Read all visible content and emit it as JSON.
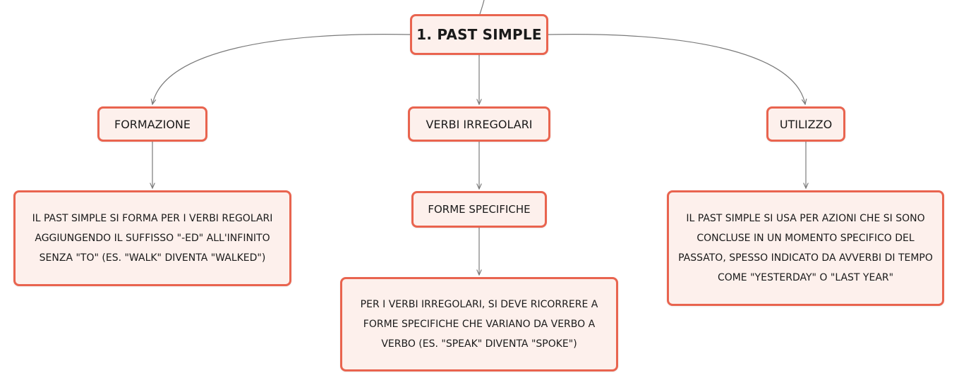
{
  "colors": {
    "border": "#e9644f",
    "fill": "#fdf0ec",
    "connector": "#7a7a7a",
    "text": "#1a1a1a"
  },
  "root": {
    "label": "1. PAST SIMPLE"
  },
  "branches": {
    "formazione": {
      "label": "FORMAZIONE",
      "detail": "IL PAST SIMPLE SI FORMA PER I VERBI REGOLARI AGGIUNGENDO IL SUFFISSO \"-ED\" ALL'INFINITO SENZA \"TO\" (ES. \"WALK\" DIVENTA \"WALKED\")"
    },
    "verbi_irregolari": {
      "label": "VERBI IRREGOLARI",
      "sub": {
        "label": "FORME SPECIFICHE",
        "detail": "PER I VERBI IRREGOLARI, SI DEVE RICORRERE A FORME SPECIFICHE CHE VARIANO DA VERBO A VERBO (ES. \"SPEAK\" DIVENTA \"SPOKE\")"
      }
    },
    "utilizzo": {
      "label": "UTILIZZO",
      "detail": "IL PAST SIMPLE SI USA PER AZIONI CHE SI SONO CONCLUSE IN UN MOMENTO SPECIFICO DEL PASSATO, SPESSO INDICATO DA AVVERBI DI TEMPO COME \"YESTERDAY\" O \"LAST YEAR\""
    }
  }
}
